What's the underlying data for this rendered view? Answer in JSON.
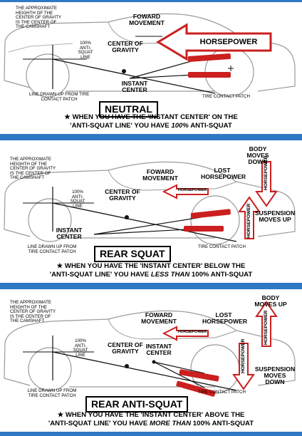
{
  "colors": {
    "separator": "#2f78c4",
    "arrow": "#cc1f1f",
    "line": "#111111"
  },
  "panels": [
    {
      "title": "NEUTRAL",
      "cg_note": "THE APPROXIMATE HEIGHTH OF THE CENTER OF GRAVITY IS THE CENTER OF THE CAMSHAFT",
      "anti_squat_label": "100% ANTI-SQUAT LINE",
      "cg_label": "CENTER OF GRAVITY",
      "instant_center": "INSTANT CENTER",
      "line_drawn": "LINE DRAWN UP FROM TIRE CONTACT PATCH",
      "tire_contact": "TIRE CONTACT PATCH",
      "forward": "FOWARD MOVEMENT",
      "hp_arrow": "HORSEPOWER",
      "note_line1": "WHEN YOU HAVE THE 'INSTANT CENTER' ON THE",
      "note_pre": "'ANTI-SQUAT LINE' YOU HAVE",
      "note_em": "100%",
      "note_post": "ANTI-SQUAT"
    },
    {
      "title": "REAR SQUAT",
      "cg_note": "THE APPROXIMATE HEIGHTH OF THE CENTER OF GRAVITY IS THE CENTER OF THE CAMSHAFT",
      "anti_squat_label": "100% ANTI-SQUAT LINE",
      "cg_label": "CENTER OF GRAVITY",
      "instant_center": "INSTANT CENTER",
      "line_drawn": "LINE DRAWN UP FROM TIRE CONTACT PATCH",
      "tire_contact": "TIRE CONTACT PATCH",
      "forward": "FOWARD MOVEMENT",
      "hp_arrow": "HORSEPOWER",
      "lost_hp": "LOST HORSEPOWER",
      "body": "BODY MOVES DOWN",
      "body_arrow": "HORSEPOWER",
      "suspension": "SUSPENSION MOVES UP",
      "susp_arrow": "HORSEPOWER",
      "note_line1": "WHEN YOU HAVE THE 'INSTANT CENTER' BELOW THE",
      "note_pre": "'ANTI-SQUAT LINE' YOU HAVE",
      "note_em": "LESS THAN",
      "note_post": "100% ANTI-SQUAT"
    },
    {
      "title": "REAR ANTI-SQUAT",
      "cg_note": "THE APPROXIMATE HEIGHTH OF THE CENTER OF GRAVITY IS THE CENTER OF THE CAMSHAFT",
      "anti_squat_label": "100% ANTI-SQUAT LINE",
      "cg_label": "CENTER OF GRAVITY",
      "instant_center": "INSTANT CENTER",
      "line_drawn": "LINE DRAWN UP FROM TIRE CONTACT PATCH",
      "tire_contact": "TIRE CONTACT PATCH",
      "forward": "FOWARD MOVEMENT",
      "hp_arrow": "HORSEPOWER",
      "lost_hp": "LOST HORSEPOWER",
      "body": "BODY MOVES UP",
      "body_arrow": "HORSEPOWER",
      "suspension": "SUSPENSION MOVES DOWN",
      "susp_arrow": "HORSEPOWER",
      "note_line1": "WHEN YOU HAVE THE 'INSTANT CENTER' ABOVE THE",
      "note_pre": "'ANTI-SQUAT LINE' YOU HAVE",
      "note_em": "MORE THAN",
      "note_post": "100% ANTI-SQUAT"
    }
  ]
}
